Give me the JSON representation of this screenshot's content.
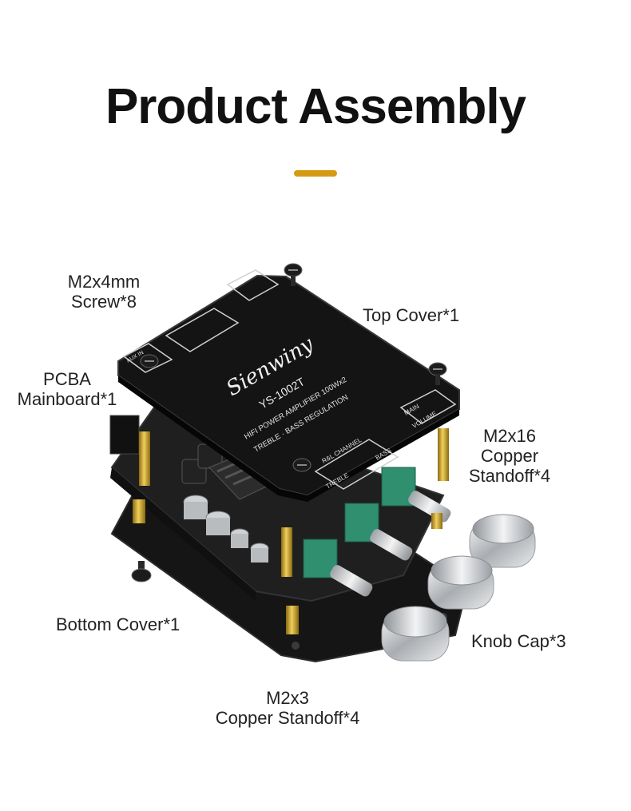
{
  "title": "Product Assembly",
  "colors": {
    "accent": "#d49a12",
    "board": "#1b1b1b",
    "copper": "#c9a227",
    "knob": "#d6d8da",
    "pot": "#2f8f6f"
  },
  "labels": {
    "screw": [
      "M2x4mm",
      "Screw*8"
    ],
    "pcba": [
      "PCBA",
      "Mainboard*1"
    ],
    "top_cover": "Top Cover*1",
    "copper16": [
      "M2x16",
      "Copper",
      "Standoff*4"
    ],
    "bottom_cover": "Bottom Cover*1",
    "knob_cap": "Knob Cap*3",
    "copper3": [
      "M2x3",
      "Copper Standoff*4"
    ]
  },
  "board_print": {
    "brand": "Sienwiny",
    "model": "YS-1002T",
    "line1": "HIFI POWER AMPLIFIER 100Wx2",
    "line2": "TREBLE · BASS REGULATION",
    "channel": "R&L CHANNEL",
    "treble": "TREBLE",
    "bass": "BASS",
    "main": "MAIN",
    "volume": "VOLUME",
    "aux": "AUX IN"
  }
}
